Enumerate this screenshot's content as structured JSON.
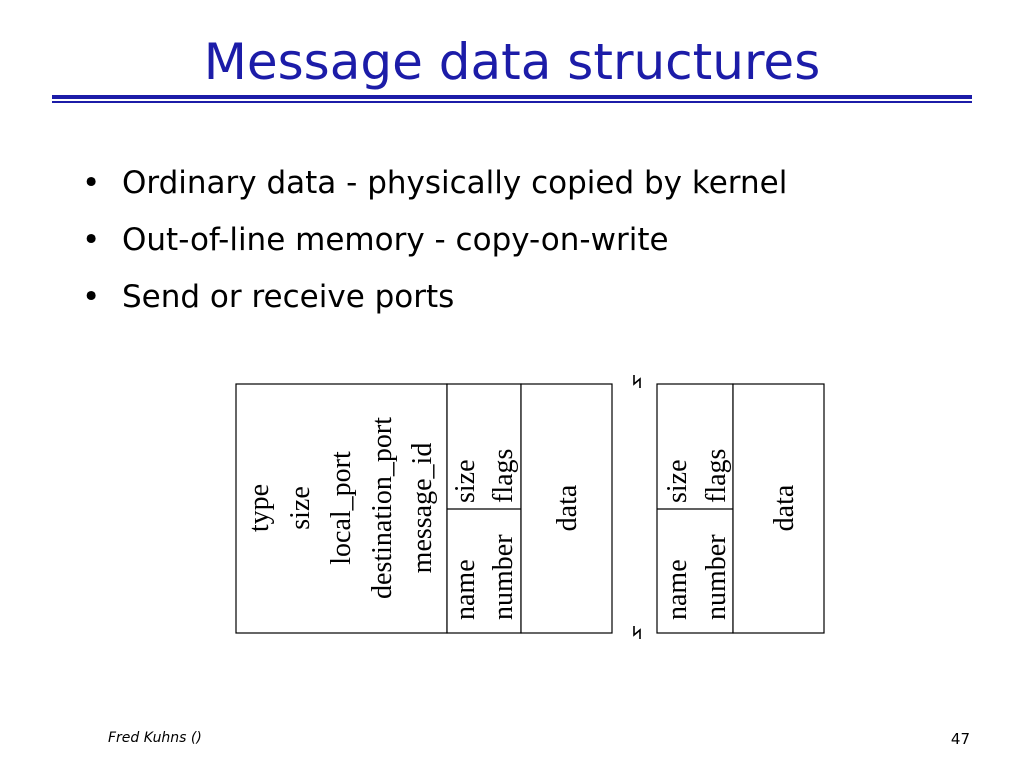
{
  "slide": {
    "title": "Message data structures",
    "bullets": [
      "Ordinary data - physically copied by kernel",
      "Out-of-line memory - copy-on-write",
      "Send or receive ports"
    ],
    "bullet_marker": "•"
  },
  "diagram": {
    "header_fields": [
      "type",
      "size",
      "local_port",
      "destination_port",
      "message_id"
    ],
    "descriptor_1": {
      "top": [
        "size",
        "flags"
      ],
      "bottom": [
        "name",
        "number"
      ]
    },
    "data_1": "data",
    "descriptor_2": {
      "top": [
        "size",
        "flags"
      ],
      "bottom": [
        "name",
        "number"
      ]
    },
    "data_2": "data"
  },
  "footer": {
    "author": "Fred Kuhns ()",
    "page": "47"
  },
  "colors": {
    "title": "#1c1ca8",
    "text": "#000000"
  }
}
